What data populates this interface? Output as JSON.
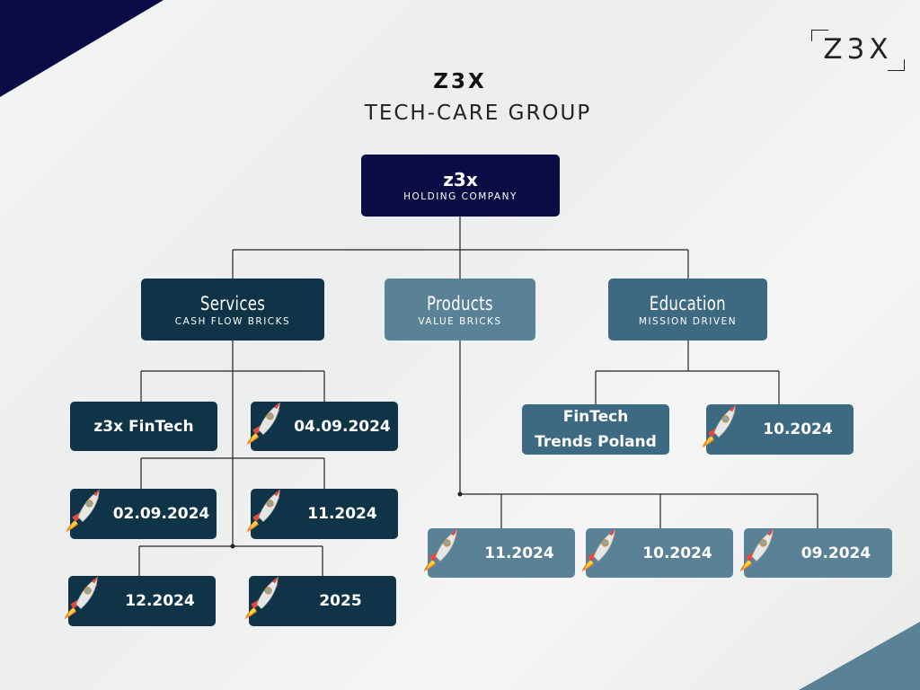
{
  "logo": {
    "text": "Z3X"
  },
  "header": {
    "title": "Z3X",
    "subtitle": "TECH-CARE GROUP"
  },
  "root": {
    "title": "z3x",
    "subtitle": "HOLDING COMPANY"
  },
  "branches": {
    "services": {
      "title": "Services",
      "subtitle": "CASH FLOW BRICKS"
    },
    "products": {
      "title": "Products",
      "subtitle": "VALUE BRICKS"
    },
    "education": {
      "title": "Education",
      "subtitle": "MISSION DRIVEN"
    }
  },
  "services_items": {
    "fintech": "z3x FinTech",
    "d1": "04.09.2024",
    "d2": "02.09.2024",
    "d3": "11.2024",
    "d4": "12.2024",
    "d5": "2025"
  },
  "products_items": {
    "p1": "11.2024",
    "p2": "10.2024",
    "p3": "09.2024"
  },
  "education_items": {
    "trends": "FinTech Trends Poland",
    "e1": "10.2024"
  },
  "icons": {
    "rocket": "rocket-icon"
  },
  "colors": {
    "navy": "#0b0b45",
    "dark": "#0f3447",
    "mid": "#3d6a82",
    "light": "#5a8297"
  }
}
